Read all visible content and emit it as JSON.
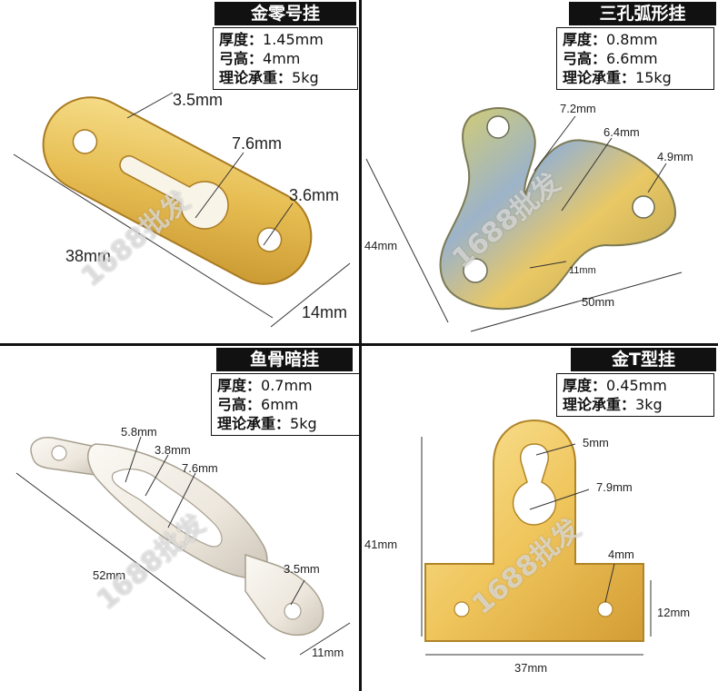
{
  "panels": [
    {
      "title": "金零号挂",
      "specs": [
        {
          "label": "厚度：",
          "value": "1.45mm"
        },
        {
          "label": "弓高：",
          "value": "4mm"
        },
        {
          "label": "理论承重：",
          "value": "5kg"
        }
      ],
      "dims": [
        "3.5mm",
        "7.6mm",
        "3.6mm",
        "38mm",
        "14mm"
      ],
      "watermark": "1688批发"
    },
    {
      "title": "三孔弧形挂",
      "specs": [
        {
          "label": "厚度：",
          "value": "0.8mm"
        },
        {
          "label": "弓高：",
          "value": "6.6mm"
        },
        {
          "label": "理论承重：",
          "value": "15kg"
        }
      ],
      "dims": [
        "7.2mm",
        "6.4mm",
        "4.9mm",
        "44mm",
        "11mm",
        "50mm"
      ],
      "watermark": "1688批发"
    },
    {
      "title": "鱼骨暗挂",
      "specs": [
        {
          "label": "厚度：",
          "value": "0.7mm"
        },
        {
          "label": "弓高：",
          "value": "6mm"
        },
        {
          "label": "理论承重：",
          "value": "5kg"
        }
      ],
      "dims": [
        "5.8mm",
        "3.8mm",
        "7.6mm",
        "52mm",
        "3.5mm",
        "11mm"
      ],
      "watermark": "1688批发"
    },
    {
      "title": "金T型挂",
      "specs": [
        {
          "label": "厚度：",
          "value": "0.45mm"
        },
        {
          "label": "理论承重：",
          "value": "3kg"
        }
      ],
      "dims": [
        "5mm",
        "7.9mm",
        "41mm",
        "4mm",
        "12mm",
        "37mm"
      ],
      "watermark": "1688批发"
    }
  ],
  "colors": {
    "gold_light": "#f3d77a",
    "gold_mid": "#e2b64a",
    "gold_dark": "#b8862a",
    "zinc_yellow": "#e8d06a",
    "zinc_blue": "#8fa8c8",
    "silver_light": "#f4f1ec",
    "silver_dark": "#cfc8bd",
    "divider": "#111111"
  }
}
